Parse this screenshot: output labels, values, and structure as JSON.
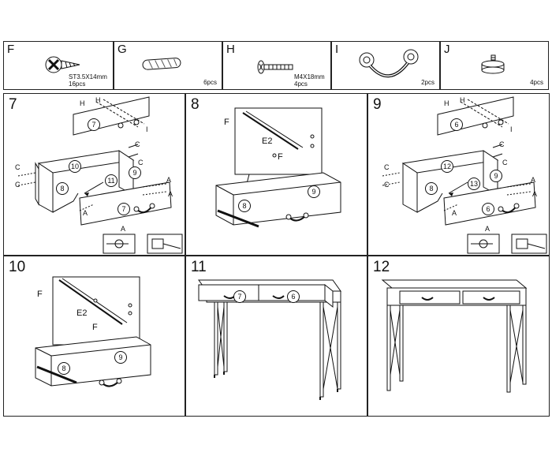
{
  "parts": [
    {
      "letter": "F",
      "spec": [
        "ST3.5X14mm",
        "16pcs"
      ],
      "qty": "",
      "icon": "screw-icon"
    },
    {
      "letter": "G",
      "spec": [],
      "qty": "6pcs",
      "icon": "wood-dowel-icon"
    },
    {
      "letter": "H",
      "spec": [
        "M4X18mm",
        "4pcs"
      ],
      "qty": "",
      "icon": "bolt-icon"
    },
    {
      "letter": "I",
      "spec": [],
      "qty": "2pcs",
      "icon": "drawer-handle-icon"
    },
    {
      "letter": "J",
      "spec": [],
      "qty": "4pcs",
      "icon": "foot-glide-icon"
    }
  ],
  "steps": {
    "s7": {
      "num": "7",
      "labels": {
        "h": "H",
        "i": "I",
        "c": "C",
        "a": "A"
      },
      "parts": [
        "7",
        "8",
        "9",
        "10",
        "11"
      ]
    },
    "s8": {
      "num": "8",
      "labels": {
        "f": "F",
        "e2": "E2"
      },
      "parts": [
        "8",
        "9"
      ]
    },
    "s9": {
      "num": "9",
      "labels": {
        "h": "H",
        "i": "I",
        "c": "C",
        "a": "A"
      },
      "parts": [
        "6",
        "8",
        "9",
        "12",
        "13"
      ]
    },
    "s10": {
      "num": "10",
      "labels": {
        "f": "F",
        "e2": "E2"
      },
      "parts": [
        "8",
        "9"
      ]
    },
    "s11": {
      "num": "11",
      "parts": [
        "7",
        "6"
      ]
    },
    "s12": {
      "num": "12"
    }
  }
}
